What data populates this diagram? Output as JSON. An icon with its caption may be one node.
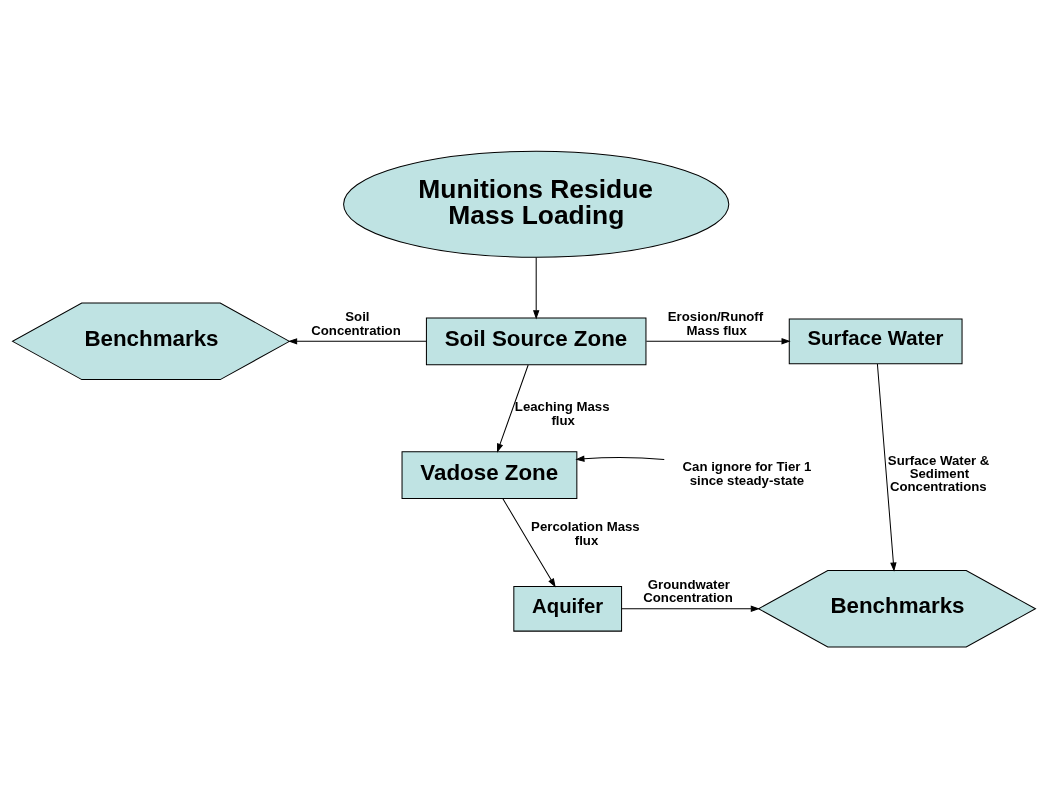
{
  "diagram": {
    "nodes": [
      {
        "text": [
          "Munitions Residue Mass Loading"
        ]
      },
      {
        "text": [
          "Soil Source Zone"
        ]
      },
      {
        "text": [
          "Benchmarks"
        ]
      },
      {
        "text": [
          "Surface Water"
        ]
      },
      {
        "text": [
          "Vadose Zone"
        ]
      },
      {
        "text": [
          "Can ignore for Tier 1 since steady-state"
        ]
      },
      {
        "text": [
          "Aquifer"
        ]
      },
      {
        "text": [
          "Benchmarks"
        ]
      }
    ],
    "edges": [
      {
        "from": 0,
        "to": 1,
        "arrow": "to"
      },
      {
        "from": 1,
        "to": 2,
        "arrow": "to",
        "label": "Soil Concentration"
      },
      {
        "from": 1,
        "to": 3,
        "arrow": "to",
        "label": "Erosion/Runoff Mass flux"
      },
      {
        "from": 1,
        "to": 4,
        "arrow": "to",
        "label": "Leaching Mass flux"
      },
      {
        "from": 5,
        "to": 4,
        "arrow": "to"
      },
      {
        "from": 4,
        "to": 6,
        "arrow": "to",
        "label": "Percolation Mass flux"
      },
      {
        "from": 3,
        "to": 7,
        "arrow": "to",
        "label": "Surface Water & Sediment Concentrations"
      },
      {
        "from": 6,
        "to": 7,
        "arrow": "to",
        "label": "Groundwater Concentration"
      }
    ]
  }
}
